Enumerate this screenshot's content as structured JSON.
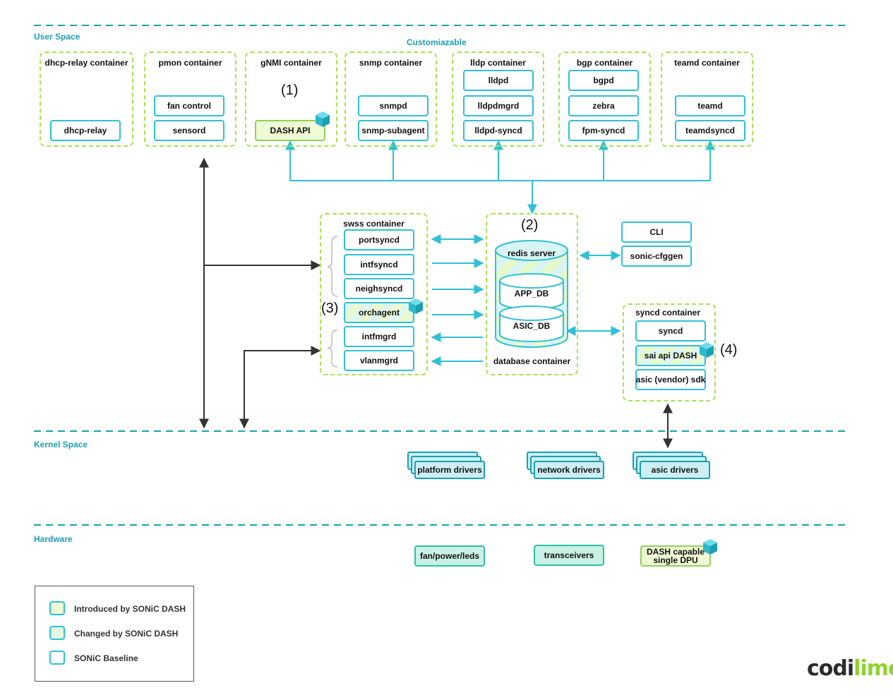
{
  "regions": {
    "user_space": "User Space",
    "kernel_space": "Kernel Space",
    "hardware": "Hardware",
    "customizable": "Customiazable"
  },
  "containers": {
    "dhcp_relay": {
      "title": "dhcp-relay container",
      "items": [
        "dhcp-relay"
      ]
    },
    "pmon": {
      "title": "pmon container",
      "items": [
        "fan control",
        "sensord"
      ]
    },
    "gnmi": {
      "title": "gNMI container",
      "items": [
        "DASH API"
      ]
    },
    "snmp": {
      "title": "snmp container",
      "items": [
        "snmpd",
        "snmp-subagent"
      ]
    },
    "lldp": {
      "title": "lldp container",
      "items": [
        "lldpd",
        "lldpdmgrd",
        "lldpd-syncd"
      ]
    },
    "bgp": {
      "title": "bgp container",
      "items": [
        "bgpd",
        "zebra",
        "fpm-syncd"
      ]
    },
    "teamd": {
      "title": "teamd container",
      "items": [
        "teamd",
        "teamdsyncd"
      ]
    },
    "swss": {
      "title": "swss container",
      "items": [
        "portsyncd",
        "intfsyncd",
        "neighsyncd",
        "orchagent",
        "intfmgrd",
        "vlanmgrd"
      ]
    },
    "database": {
      "title": "database container",
      "server": "redis server",
      "dbs": [
        "APP_DB",
        "ASIC_DB"
      ]
    },
    "syncd": {
      "title": "syncd container",
      "items": [
        "syncd",
        "sai api DASH",
        "asic (vendor) sdk"
      ]
    }
  },
  "tools": [
    "CLI",
    "sonic-cfggen"
  ],
  "markers": [
    "(1)",
    "(2)",
    "(3)",
    "(4)"
  ],
  "kernel": [
    "platform drivers",
    "network drivers",
    "asic drivers"
  ],
  "hardware": [
    "fan/power/leds",
    "transceivers",
    "DASH capable single DPU"
  ],
  "legend": [
    {
      "label": "Introduced by SONiC DASH",
      "kind": "introduced"
    },
    {
      "label": "Changed by SONiC DASH",
      "kind": "changed"
    },
    {
      "label": "SONiC Baseline",
      "kind": "baseline"
    }
  ],
  "logo": {
    "part1": "codi",
    "part2": "lime"
  },
  "colors": {
    "accent": "#2fc0d6",
    "introduced": "#effbd4",
    "container_border": "#a8e24f",
    "region_label": "#1a9fb3",
    "logo_dark": "#2b2b2b",
    "logo_green": "#8fd22e"
  }
}
